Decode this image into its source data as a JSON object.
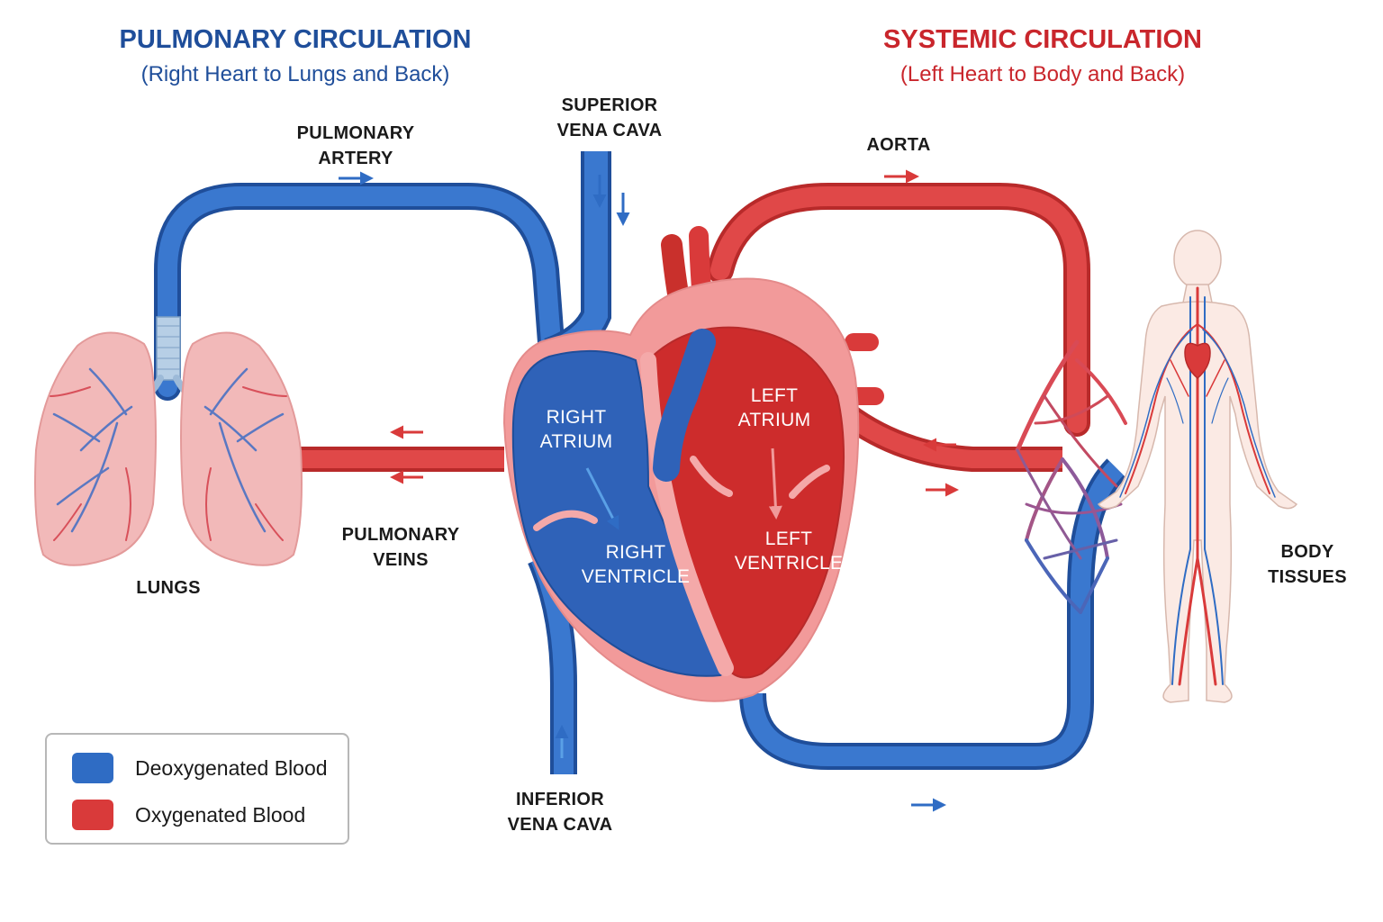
{
  "colors": {
    "deoxygenated": "#2f6cc4",
    "deoxygenated_dark": "#1f4e9a",
    "oxygenated": "#d93a3a",
    "oxygenated_dark": "#b82a2a",
    "pulmonary_title": "#1f4e9a",
    "systemic_title": "#c9262c"
  },
  "pulmonary": {
    "title": "PULMONARY CIRCULATION",
    "subtitle": "(Right Heart to Lungs and Back)"
  },
  "systemic": {
    "title": "SYSTEMIC CIRCULATION",
    "subtitle": "(Left Heart to Body and Back)"
  },
  "labels": {
    "pulmonary_artery": [
      "PULMONARY",
      "ARTERY"
    ],
    "superior_vena_cava": [
      "SUPERIOR",
      "VENA CAVA"
    ],
    "aorta": "AORTA",
    "lungs": "LUNGS",
    "pulmonary_veins": [
      "PULMONARY",
      "VEINS"
    ],
    "inferior_vena_cava": [
      "INFERIOR",
      "VENA CAVA"
    ],
    "body_tissues": [
      "BODY",
      "TISSUES"
    ]
  },
  "chambers": {
    "right_atrium": [
      "RIGHT",
      "ATRIUM"
    ],
    "right_ventricle": [
      "RIGHT",
      "VENTRICLE"
    ],
    "left_atrium": [
      "LEFT",
      "ATRIUM"
    ],
    "left_ventricle": [
      "LEFT",
      "VENTRICLE"
    ]
  },
  "legend": {
    "items": [
      {
        "label": "Deoxygenated Blood",
        "color": "#2f6cc4"
      },
      {
        "label": "Oxygenated Blood",
        "color": "#d93a3a"
      }
    ]
  },
  "icons": {
    "lungs": "lungs-icon",
    "heart": "heart-icon",
    "body": "human-body-icon",
    "flow_arrow": "flow-arrow-icon"
  }
}
